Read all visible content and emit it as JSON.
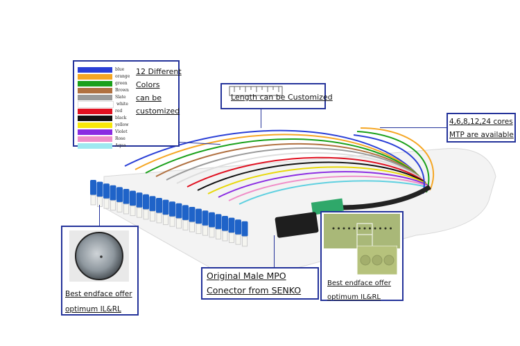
{
  "colors_box": {
    "title_lines": [
      "12 Different",
      "Colors",
      "can be",
      "customized"
    ],
    "color_names": [
      "blue",
      "orange",
      "green",
      "Brown",
      "Slate",
      "white",
      "red",
      "black",
      "yellow",
      "Violet",
      "Rose",
      "Aqua"
    ],
    "color_hex": [
      "#2a3fd6",
      "#f5a623",
      "#1aa01a",
      "#b07040",
      "#9a9a9a",
      "#ffffff",
      "#e01020",
      "#111111",
      "#f7e80a",
      "#8a2be2",
      "#f08fc8",
      "#9fe8f0"
    ]
  },
  "length_box": {
    "text": "Length can be Customized"
  },
  "cores_box": {
    "line1": "4,6,8,12,24 cores",
    "line2": "MTP are available"
  },
  "mpo_box": {
    "line1": "Original Male MPO",
    "line2": "Conector  from SENKO"
  },
  "endface_left": {
    "line1": "Best endface offer",
    "line2": "optimum IL&RL"
  },
  "endface_right": {
    "line1": "Best endface offer",
    "line2": "optimum IL&RL"
  },
  "accent": "#23329a"
}
